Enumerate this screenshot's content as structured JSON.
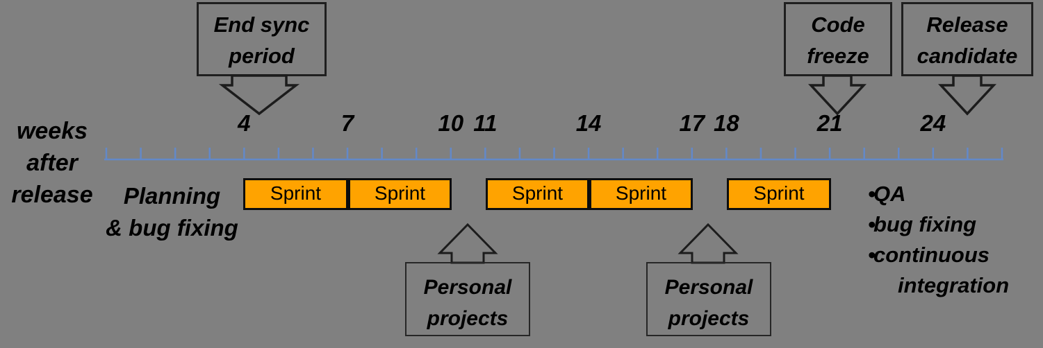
{
  "canvas": {
    "bg": "#808080"
  },
  "colors": {
    "timeline_blue": "#6389C9",
    "sprint_fill": "#FFA300",
    "sprint_border": "#0D0D0D",
    "box_border": "#1F1F1F",
    "arrow_outline": "#1C1C1C",
    "text": "#000000"
  },
  "axis_label": {
    "line1": "weeks",
    "line2": "after",
    "line3": "release"
  },
  "timeline": {
    "week_min": 0,
    "week_max": 26,
    "labeled_weeks": [
      4,
      7,
      10,
      11,
      14,
      17,
      18,
      21,
      24
    ]
  },
  "top_callouts": {
    "end_sync": {
      "line1": "End sync",
      "line2": "period"
    },
    "code_freeze": {
      "line1": "Code",
      "line2": "freeze"
    },
    "release_candidate": {
      "line1": "Release",
      "line2": "candidate"
    }
  },
  "phases": {
    "planning": {
      "line1": "Planning",
      "line2": "& bug fixing"
    },
    "sprints": [
      "Sprint",
      "Sprint",
      "Sprint",
      "Sprint",
      "Sprint"
    ],
    "post_freeze_bullets": [
      "QA",
      "bug fixing",
      "continuous integration"
    ],
    "bullet_glyph": "•"
  },
  "bottom_callouts": {
    "personal_1": {
      "line1": "Personal",
      "line2": "projects"
    },
    "personal_2": {
      "line1": "Personal",
      "line2": "projects"
    }
  }
}
